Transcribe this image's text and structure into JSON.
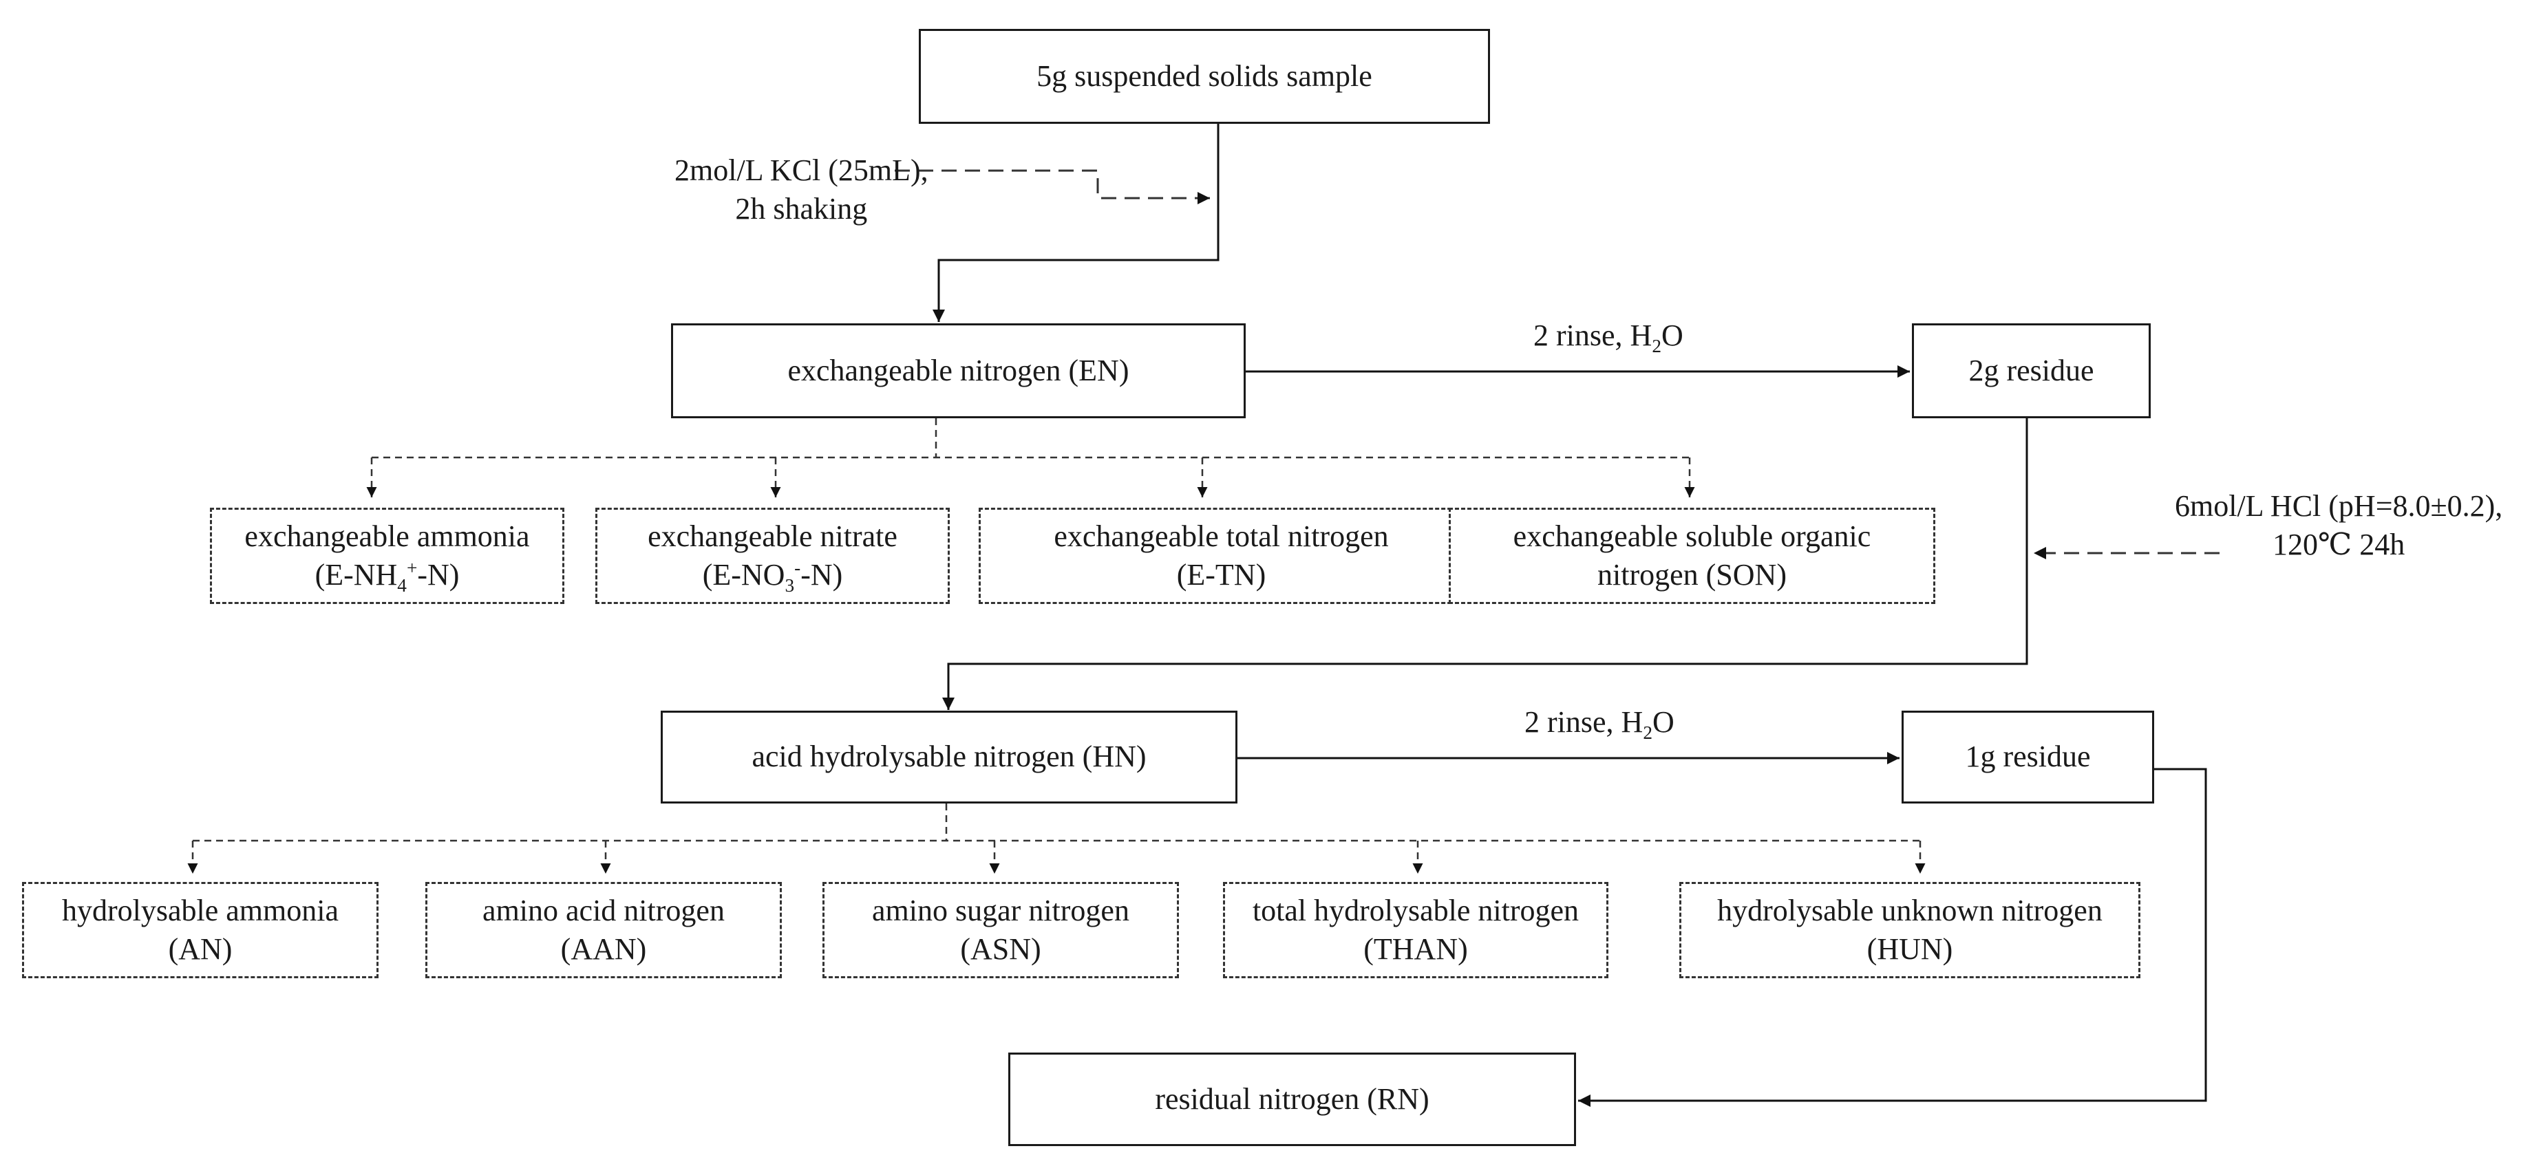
{
  "nodes": {
    "sample": "5g suspended solids sample",
    "en": "exchangeable nitrogen (EN)",
    "residue2g": "2g residue",
    "hn": "acid hydrolysable nitrogen (HN)",
    "residue1g": "1g residue",
    "rn": "residual nitrogen (RN)",
    "e_ammonia": {
      "line1": "exchangeable ammonia",
      "line2_prefix": "(E-NH",
      "line2_sub": "4",
      "line2_sup": "+",
      "line2_suffix": "-N)"
    },
    "e_nitrate": {
      "line1": "exchangeable nitrate",
      "line2_prefix": "(E-NO",
      "line2_sub": "3",
      "line2_sup": "-",
      "line2_suffix": "-N)"
    },
    "e_tn": {
      "line1": "exchangeable total nitrogen",
      "line2": "(E-TN)"
    },
    "e_son": {
      "line1": "exchangeable soluble  organic",
      "line2": "nitrogen  (SON)"
    },
    "an": {
      "line1": "hydrolysable ammonia",
      "line2": "(AN)"
    },
    "aan": {
      "line1": "amino acid nitrogen",
      "line2": "(AAN)"
    },
    "asn": {
      "line1": "amino sugar nitrogen",
      "line2": "(ASN)"
    },
    "than": {
      "line1": "total hydrolysable nitrogen",
      "line2": "(THAN)"
    },
    "hun": {
      "line1": "hydrolysable unknown nitrogen",
      "line2": "(HUN)"
    }
  },
  "labels": {
    "kcl_line1": "2mol/L KCl (25mL),",
    "kcl_line2": "2h shaking",
    "rinse1_prefix": "2 rinse, H",
    "rinse1_sub": "2",
    "rinse1_suffix": "O",
    "rinse2_prefix": "2 rinse, H",
    "rinse2_sub": "2",
    "rinse2_suffix": "O",
    "hcl_line1": "6mol/L HCl (pH=8.0±0.2),",
    "hcl_line2": "120℃ 24h"
  }
}
